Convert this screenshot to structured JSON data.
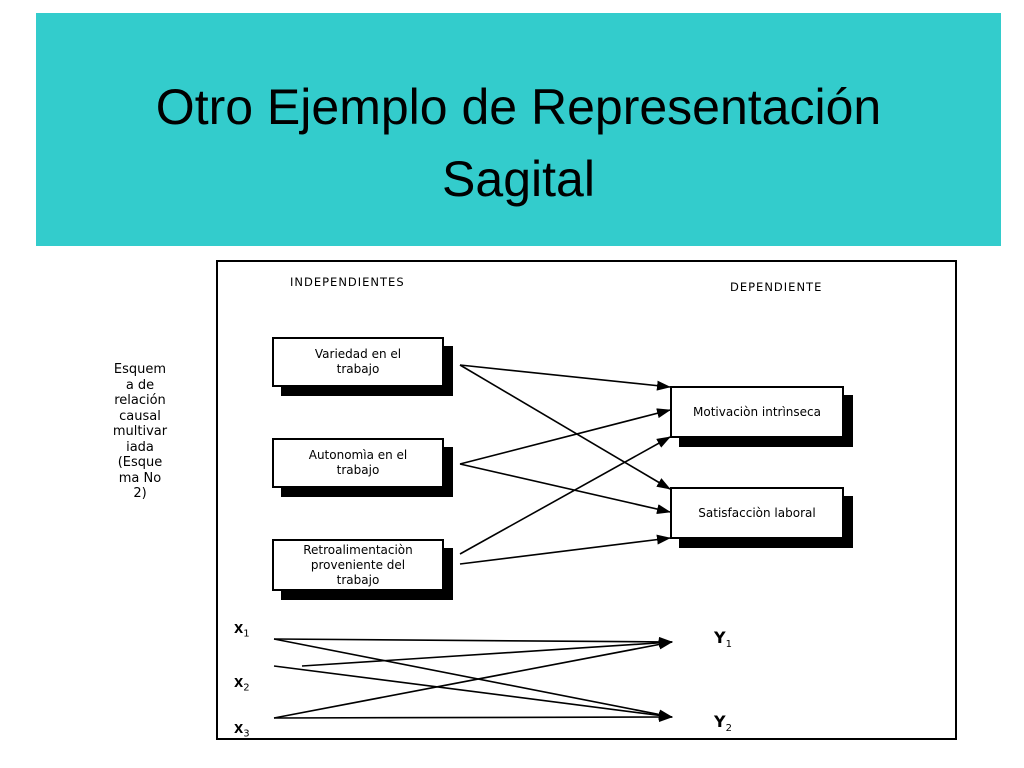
{
  "title": {
    "line1": "Otro Ejemplo de Representación",
    "line2": "Sagital"
  },
  "side_note": [
    "Esquem",
    "a de",
    "relación",
    "causal",
    "multivar",
    "iada",
    "(Esque",
    "ma No",
    "2)"
  ],
  "diagram": {
    "heading_left": "INDEPENDIENTES",
    "heading_right": "DEPENDIENTE",
    "independent": [
      [
        "Variedad en el",
        "trabajo"
      ],
      [
        "Autonomìa en el",
        "trabajo"
      ],
      [
        "Retroalimentaciòn",
        "proveniente del",
        "trabajo"
      ]
    ],
    "dependent": [
      "Motivaciòn intrìnseca",
      "Satisfacciòn laboral"
    ],
    "x_labels": [
      {
        "base": "X",
        "sub": "1"
      },
      {
        "base": "X",
        "sub": "2"
      },
      {
        "base": "X",
        "sub": "3"
      }
    ],
    "y_labels": [
      {
        "base": "Y",
        "sub": "1"
      },
      {
        "base": "Y",
        "sub": "2"
      }
    ]
  }
}
